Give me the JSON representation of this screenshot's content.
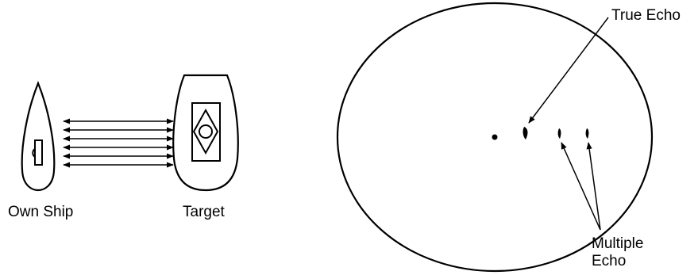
{
  "left_panel": {
    "own_ship_label": "Own Ship",
    "target_label": "Target",
    "signal_arrow_count": 6
  },
  "right_panel": {
    "true_echo_label": "True Echo",
    "multiple_echo_label_line1": "Multiple",
    "multiple_echo_label_line2": "Echo"
  }
}
